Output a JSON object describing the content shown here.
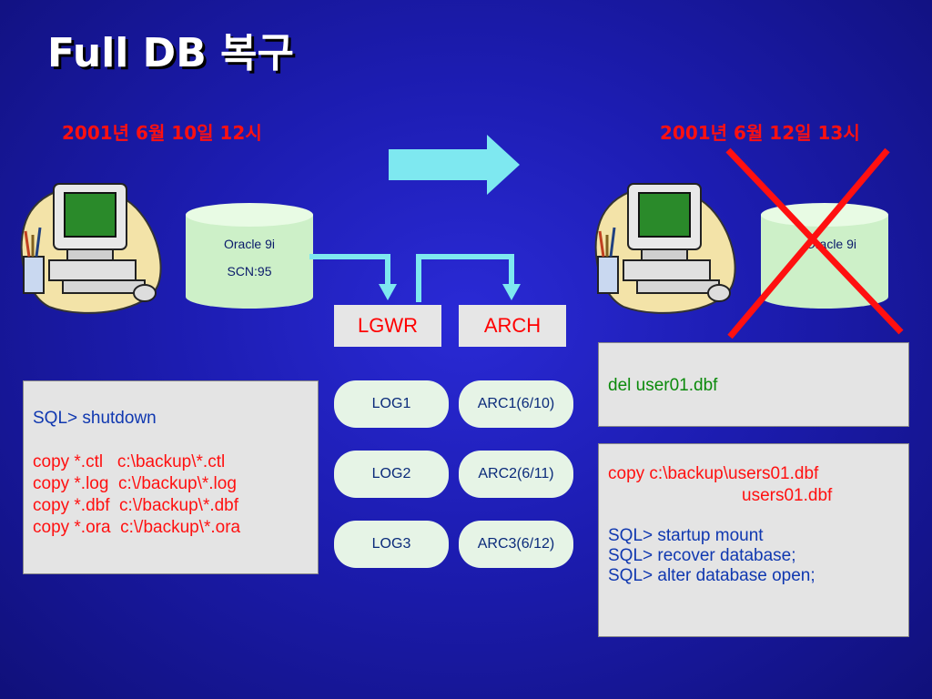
{
  "title": "Full DB 복구",
  "left": {
    "date": "2001년 6월 10일 12시",
    "db_lines": [
      "Oracle 9i",
      "SCN:95"
    ]
  },
  "right": {
    "date": "2001년 6월 12일 13시",
    "db_label": "Oracle 9i"
  },
  "processes": {
    "lgwr": "LGWR",
    "arch": "ARCH"
  },
  "logs": [
    {
      "log": "LOG1",
      "arc": "ARC1(6/10)"
    },
    {
      "log": "LOG2",
      "arc": "ARC2(6/11)"
    },
    {
      "log": "LOG3",
      "arc": "ARC3(6/12)"
    }
  ],
  "backup_box": {
    "shutdown": "SQL> shutdown",
    "copy_lines": [
      "copy *.ctl   c:\\backup\\*.ctl",
      "copy *.log  c:\\/backup\\*.log",
      "copy *.dbf  c:\\/backup\\*.dbf",
      "copy *.ora  c:\\/backup\\*.ora"
    ]
  },
  "delete_box": {
    "cmd": "del user01.dbf"
  },
  "restore_box": {
    "copy_line1": "copy c:\\backup\\users01.dbf",
    "copy_line2": "users01.dbf",
    "sql_lines": [
      "SQL> startup mount",
      "SQL> recover database;",
      "SQL> alter database open;"
    ]
  }
}
